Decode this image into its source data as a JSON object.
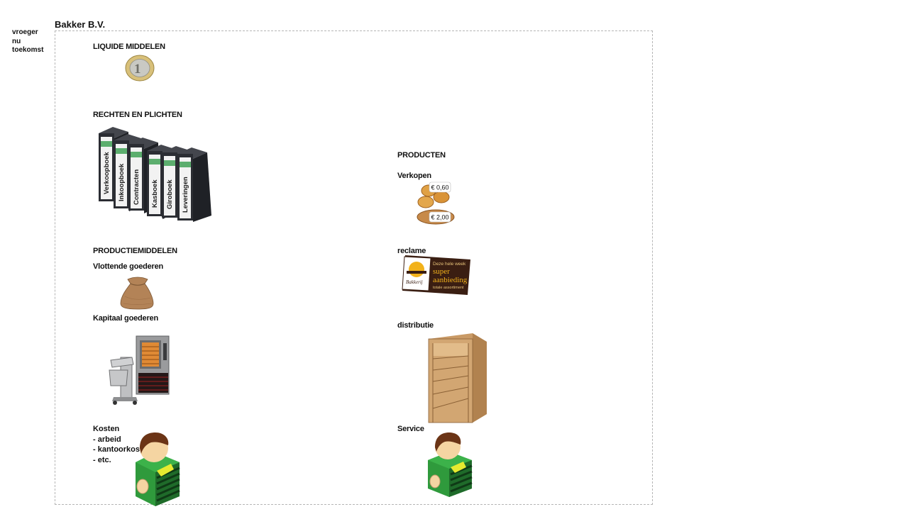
{
  "nav": [
    "vroeger",
    "nu",
    "toekomst"
  ],
  "company": "Bakker B.V.",
  "sections": {
    "liquide": {
      "title": "LIQUIDE MIDDELEN",
      "coin_text": "1"
    },
    "rechten": {
      "title": "RECHTEN EN PLICHTEN",
      "binders": [
        "Verkoopboek",
        "Inkoopboek",
        "Contracten",
        "Kasboek",
        "Giroboek",
        "Leveringen"
      ]
    },
    "productiemiddelen": {
      "title": "PRODUCTIEMIDDELEN",
      "vlottend": "Vlottende goederen",
      "kapitaal": "Kapitaal goederen"
    },
    "kosten": {
      "title": "Kosten",
      "items": [
        "- arbeid",
        "- kantoorkosten",
        "- etc."
      ]
    },
    "producten": {
      "title": "PRODUCTEN",
      "verkopen": "Verkopen",
      "price_1": "€ 0,60",
      "price_2": "€ 2,00",
      "reclame": "reclame",
      "ad_line1": "Deze hele week",
      "ad_line2": "super",
      "ad_line3": "aanbieding",
      "ad_line4": "totale assortiment",
      "ad_logo": "Bakkerij",
      "distributie": "distributie",
      "service": "Service"
    }
  },
  "colors": {
    "frame_border": "#b5b5b5",
    "binder_dark": "#2b2d33",
    "binder_green": "#5cae6e",
    "shirt_green": "#2f9a3c",
    "wood": "#c99a66",
    "ad_bg": "#3a1e12"
  }
}
